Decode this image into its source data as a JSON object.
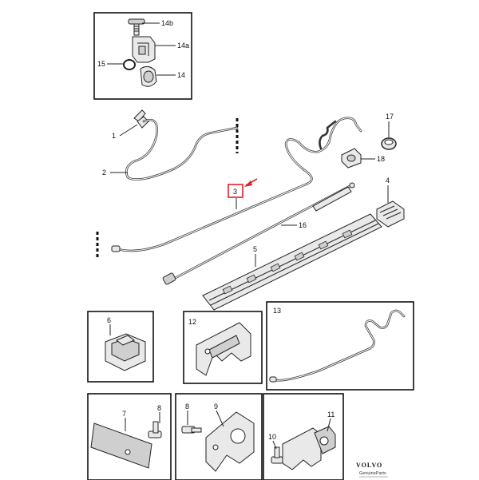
{
  "labels": {
    "p14b": "14b",
    "p14a": "14a",
    "p15": "15",
    "p14": "14",
    "p1": "1",
    "p2": "2",
    "p3": "3",
    "p16": "16",
    "p17": "17",
    "p18": "18",
    "p4": "4",
    "p5": "5",
    "p6": "6",
    "p12": "12",
    "p13": "13",
    "p7": "7",
    "p8a": "8",
    "p8b": "8",
    "p9": "9",
    "p10": "10",
    "p11": "11"
  },
  "highlight": {
    "color": "#e0202a",
    "target": "3"
  },
  "brand": {
    "name": "VOLVO",
    "tagline": "GenuineParts"
  }
}
